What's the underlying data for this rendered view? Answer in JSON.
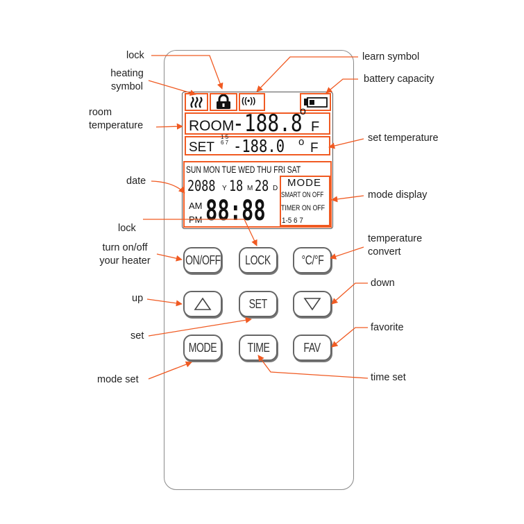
{
  "labels": {
    "lock_top": "lock",
    "heating_symbol_line1": "heating",
    "heating_symbol_line2": "symbol",
    "room_temperature_line1": "room",
    "room_temperature_line2": "temperature",
    "date": "date",
    "lock_mid": "lock",
    "turn_on_off_line1": "turn on/off",
    "turn_on_off_line2": "your heater",
    "up": "up",
    "set": "set",
    "mode_set": "mode set",
    "learn_symbol": "learn symbol",
    "battery_capacity": "battery capacity",
    "set_temperature": "set temperature",
    "mode_display": "mode display",
    "temperature_convert_line1": "temperature",
    "temperature_convert_line2": "convert",
    "down": "down",
    "favorite": "favorite",
    "time_set": "time set"
  },
  "lcd": {
    "room_label": "ROOM",
    "room_value": "-188.8",
    "room_unit": "F",
    "degree": "o",
    "set_label": "SET",
    "set_small_digits": "1 5 6 7",
    "set_value": "-188.0",
    "set_unit": "F",
    "weekdays": "SUN MON TUE WED THU FRI SAT",
    "date_year": "2088",
    "date_y": "Y",
    "date_month": "18",
    "date_m": "M",
    "date_day": "28",
    "date_d": "D",
    "am": "AM",
    "pm": "PM",
    "time": "88:88",
    "mode_title": "MODE",
    "smart_line": "SMART ON OFF",
    "timer_line": "TIMER ON OFF",
    "days_line": "1-5  6  7",
    "learn_signal": "((•))"
  },
  "buttons": {
    "on_off": "ON/OFF",
    "lock": "LOCK",
    "temp_convert": "°C/°F",
    "set": "SET",
    "mode": "MODE",
    "time": "TIME",
    "fav": "FAV"
  },
  "colors": {
    "accent": "#f05a22",
    "outline": "#555555"
  },
  "icons": {
    "heating": "heating-waves-icon",
    "lock": "padlock-icon",
    "learn": "signal-waves-icon",
    "battery": "battery-icon",
    "up": "up-triangle-icon",
    "down": "down-triangle-icon"
  }
}
